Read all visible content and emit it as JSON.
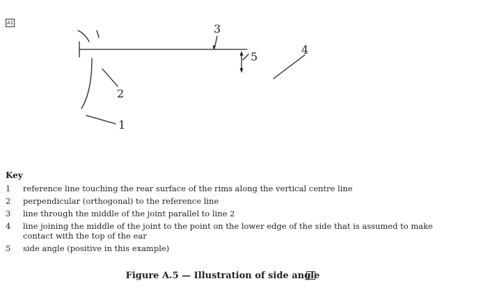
{
  "amendment": {
    "start_mark": "A1",
    "end_mark": "A1"
  },
  "diagram": {
    "labels": [
      "1",
      "2",
      "3",
      "4",
      "5"
    ]
  },
  "key": {
    "heading": "Key",
    "items": [
      {
        "num": "1",
        "text": "reference line touching the rear surface of the rims along the vertical centre line"
      },
      {
        "num": "2",
        "text": "perpendicular (orthogonal) to the reference line"
      },
      {
        "num": "3",
        "text": "line through the middle of the joint parallel to line 2"
      },
      {
        "num": "4",
        "text": "line joining the middle of the joint to the point on the lower edge of the side that is assumed to make contact with the top of the ear"
      },
      {
        "num": "5",
        "text": "side angle (positive in this example)"
      }
    ]
  },
  "caption": {
    "text": "Figure A.5 — Illustration of side angle"
  }
}
